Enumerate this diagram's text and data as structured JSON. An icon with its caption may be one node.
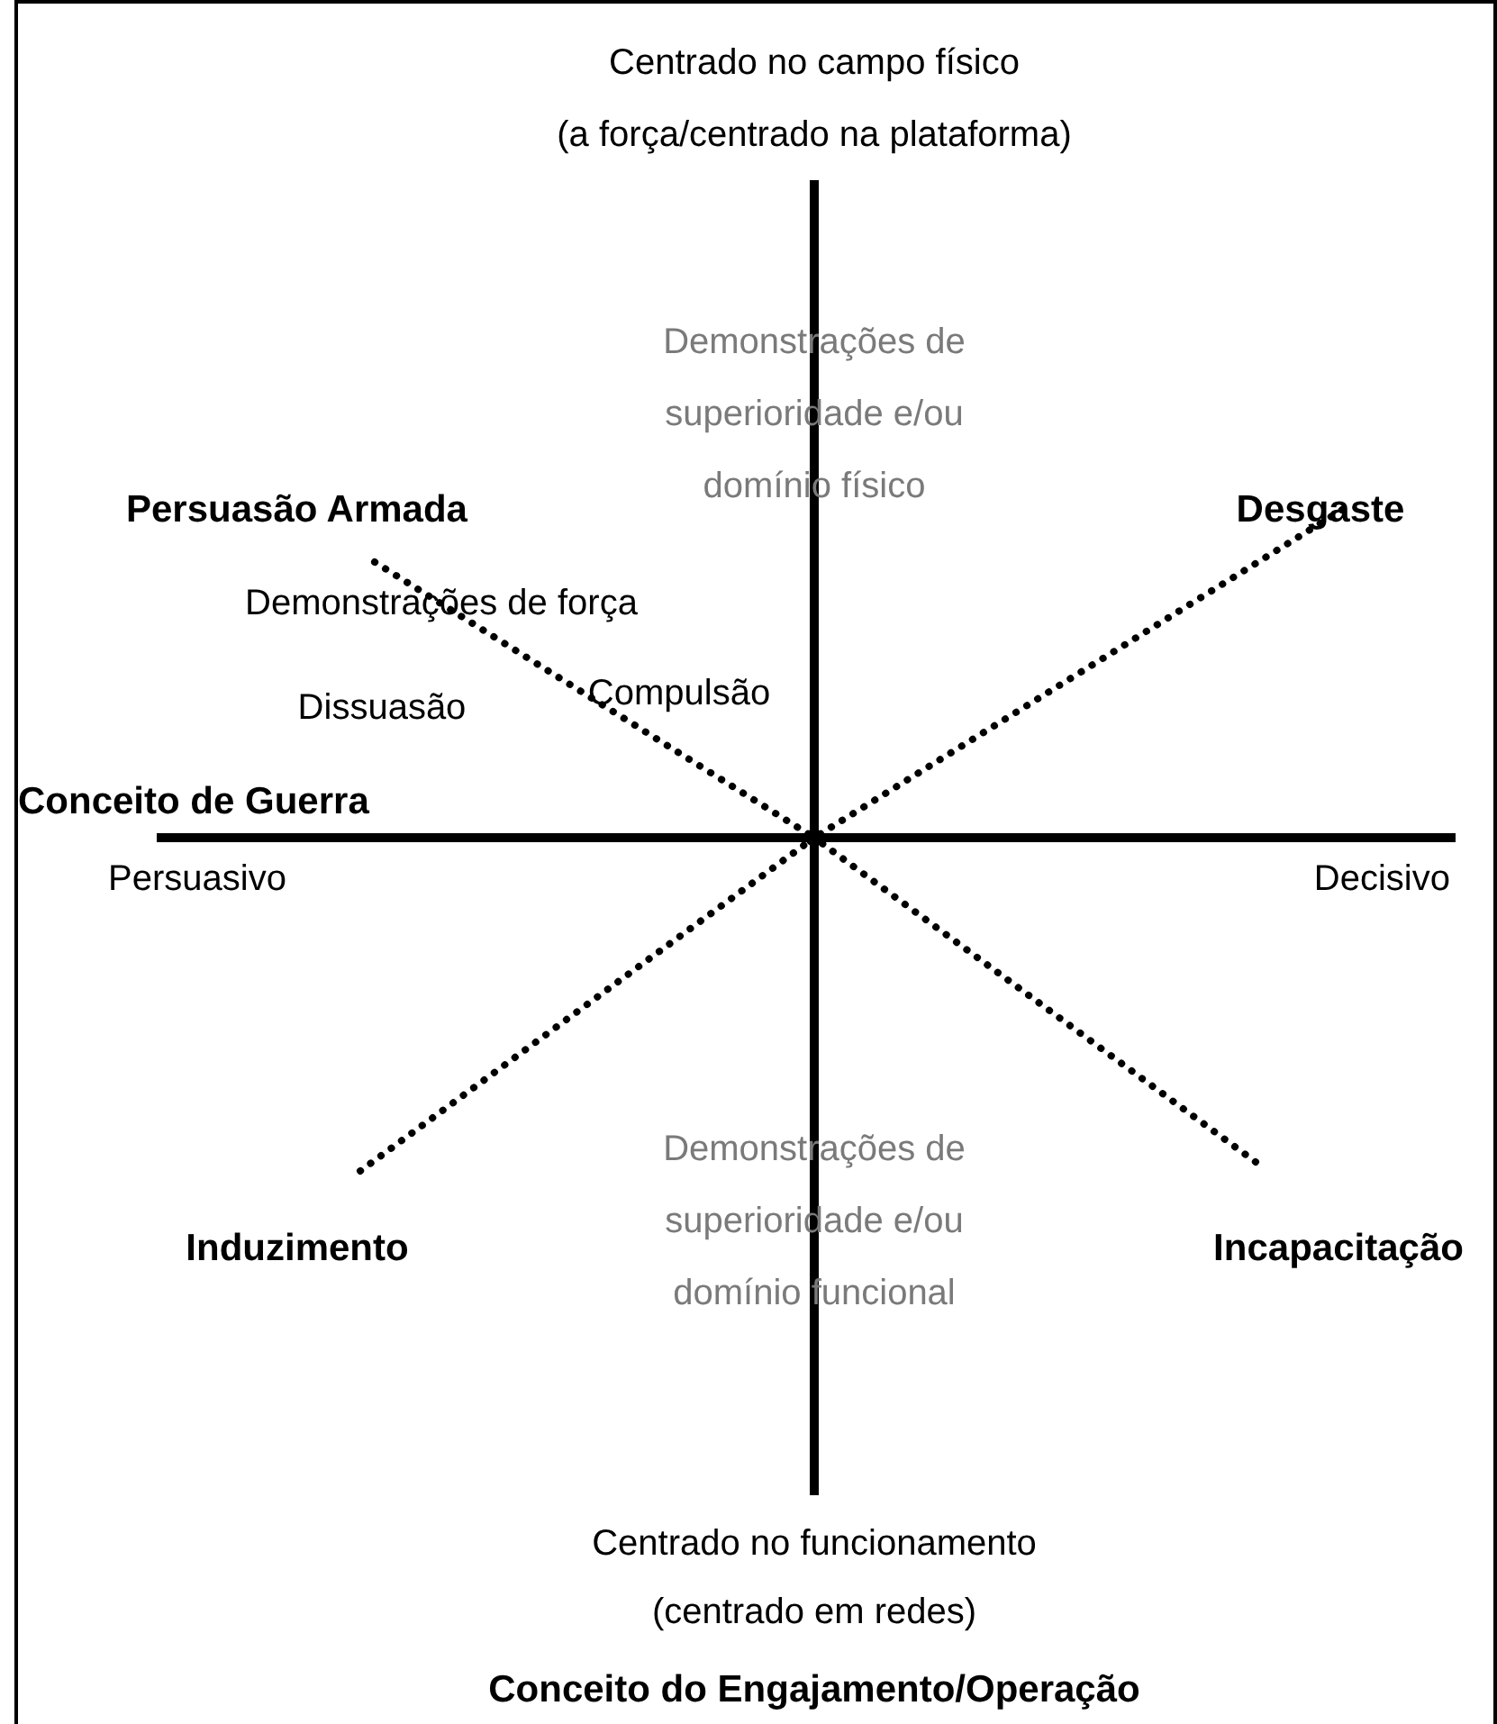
{
  "diagram": {
    "labels": [
      "Centrado no campo físico",
      "(a força/centrado na plataforma)",
      "Demonstrações de superioridade e/ou domínio físico",
      "Persuasão Armada",
      "Desgaste",
      "Demonstrações de força",
      "Dissuasão",
      "Compulsão",
      "Conceito de Guerra",
      "Persuasivo",
      "Decisivo",
      "Demonstrações de superioridade e/ou domínio funcional",
      "Induzimento",
      "Incapacitação",
      "Centrado no funcionamento",
      "(centrado em redes)",
      "Conceito do Engajamento/Operação"
    ]
  }
}
